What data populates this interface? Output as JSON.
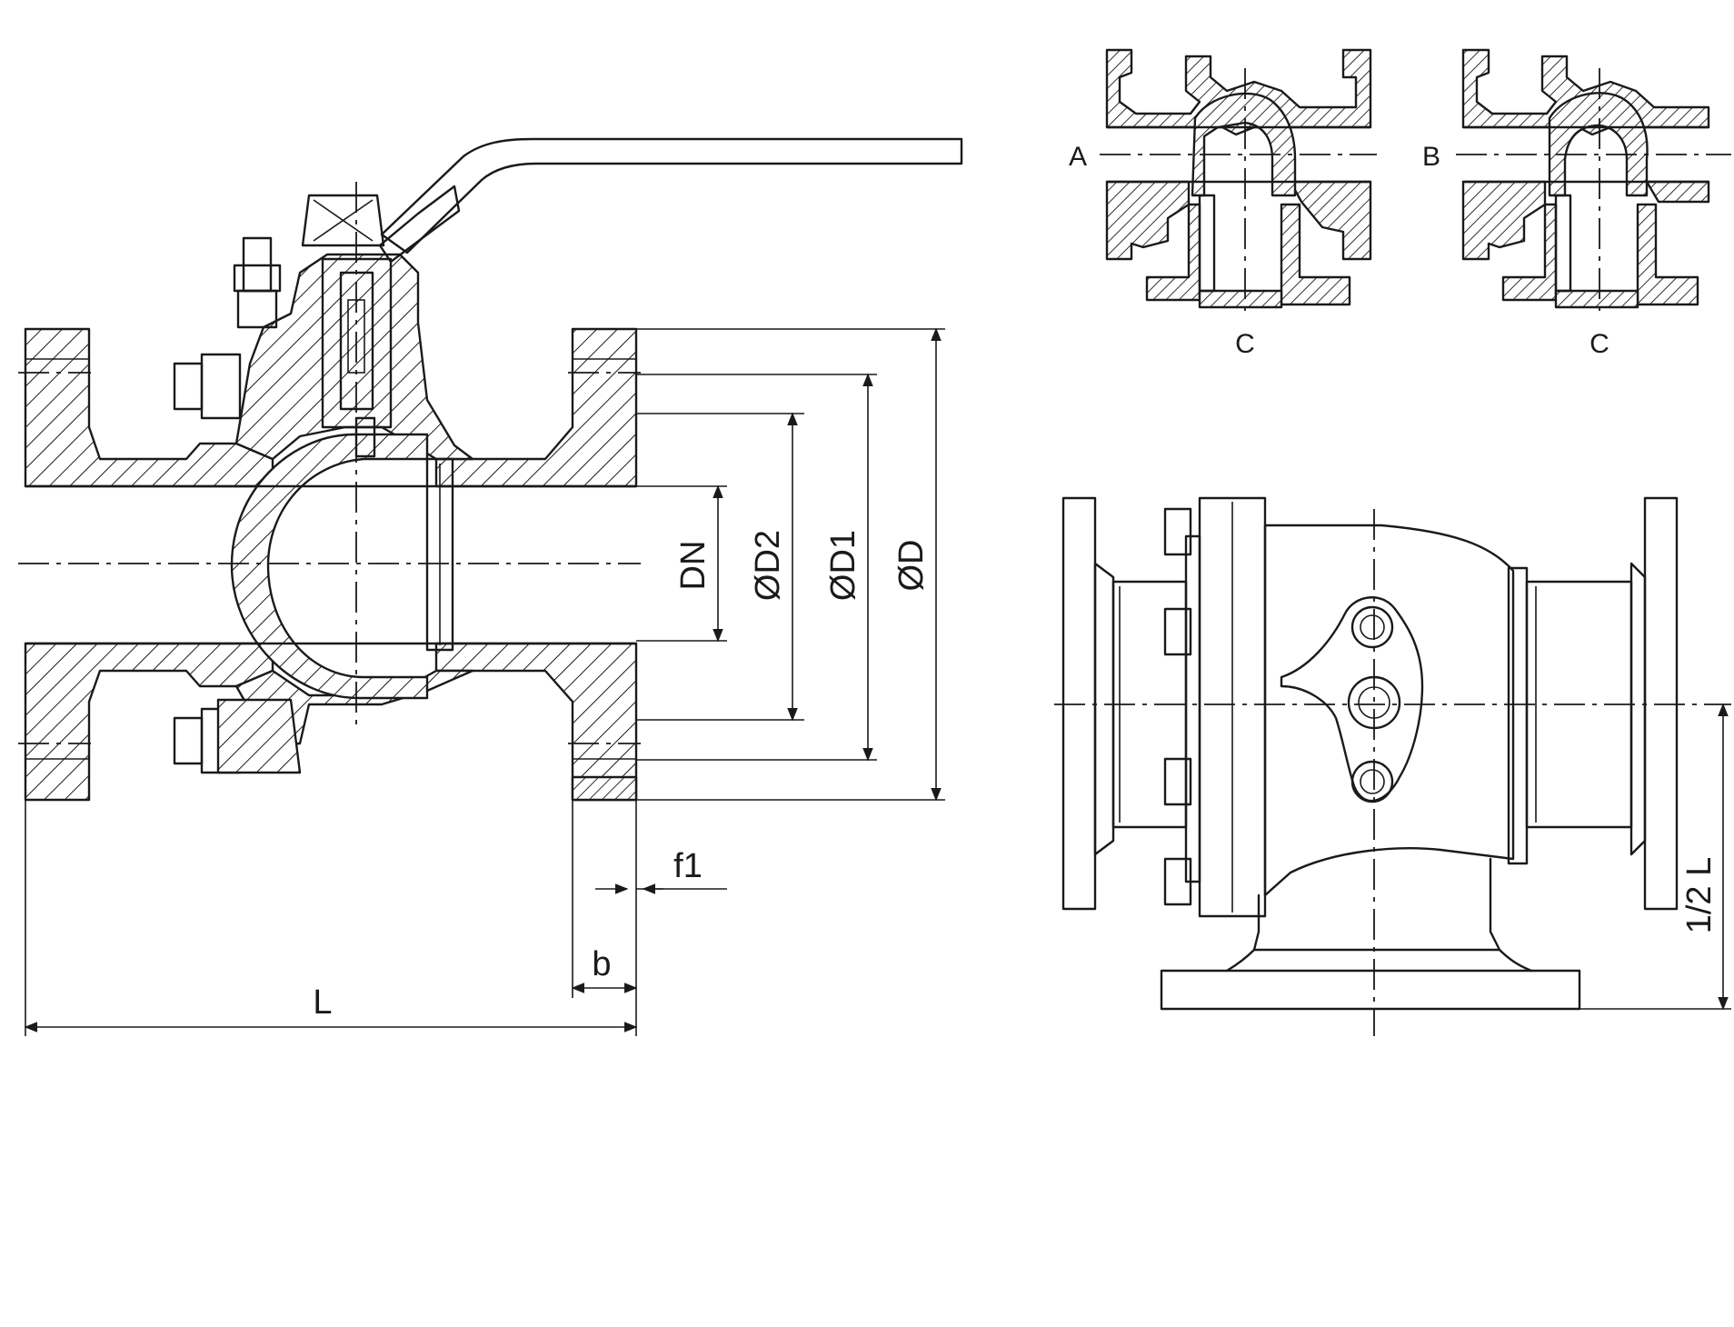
{
  "labels": {
    "dn": "DN",
    "d2": "ØD2",
    "d1": "ØD1",
    "d": "ØD",
    "f1": "f1",
    "b": "b",
    "l": "L",
    "half_l": "1/2 L",
    "port_a": "A",
    "port_b": "B",
    "port_c1": "C",
    "port_c2": "C"
  }
}
